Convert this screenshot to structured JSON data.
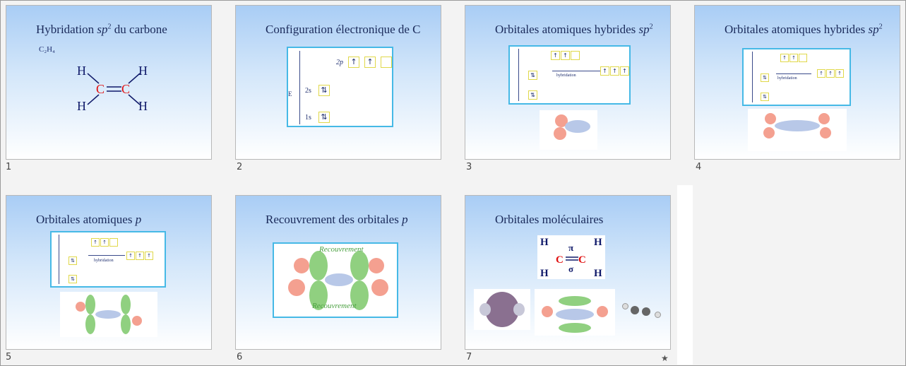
{
  "slides": [
    {
      "number": "1",
      "title_pre": "Hybridation ",
      "title_em": "sp",
      "title_sup": "2",
      "title_post": " du carbone",
      "formula": "C₂H₄"
    },
    {
      "number": "2",
      "title_pre": "Configuration électronique de C",
      "title_em": "",
      "title_sup": "",
      "title_post": "",
      "levels": [
        "2p",
        "2s",
        "1s"
      ],
      "energy": "E"
    },
    {
      "number": "3",
      "title_pre": "Orbitales atomiques hybrides ",
      "title_em": "sp",
      "title_sup": "2",
      "title_post": "",
      "hyb_label": "hybridation"
    },
    {
      "number": "4",
      "title_pre": "Orbitales atomiques hybrides ",
      "title_em": "sp",
      "title_sup": "2",
      "title_post": "",
      "hyb_label": "hybridation"
    },
    {
      "number": "5",
      "title_pre": "Orbitales atomiques ",
      "title_em": "p",
      "title_sup": "",
      "title_post": "",
      "hyb_label": "hybridation"
    },
    {
      "number": "6",
      "title_pre": "Recouvrement des orbitales ",
      "title_em": "p",
      "title_sup": "",
      "title_post": "",
      "overlap_label": "Recouvrement"
    },
    {
      "number": "7",
      "title_pre": "Orbitales moléculaires",
      "title_em": "",
      "title_sup": "",
      "title_post": "",
      "pi": "π",
      "sigma": "σ"
    }
  ],
  "atoms": {
    "H": "H",
    "C": "C"
  },
  "colors": {
    "border_accent": "#46b9e6",
    "carbon": "#e01010",
    "hydrogen": "#101a6a"
  }
}
